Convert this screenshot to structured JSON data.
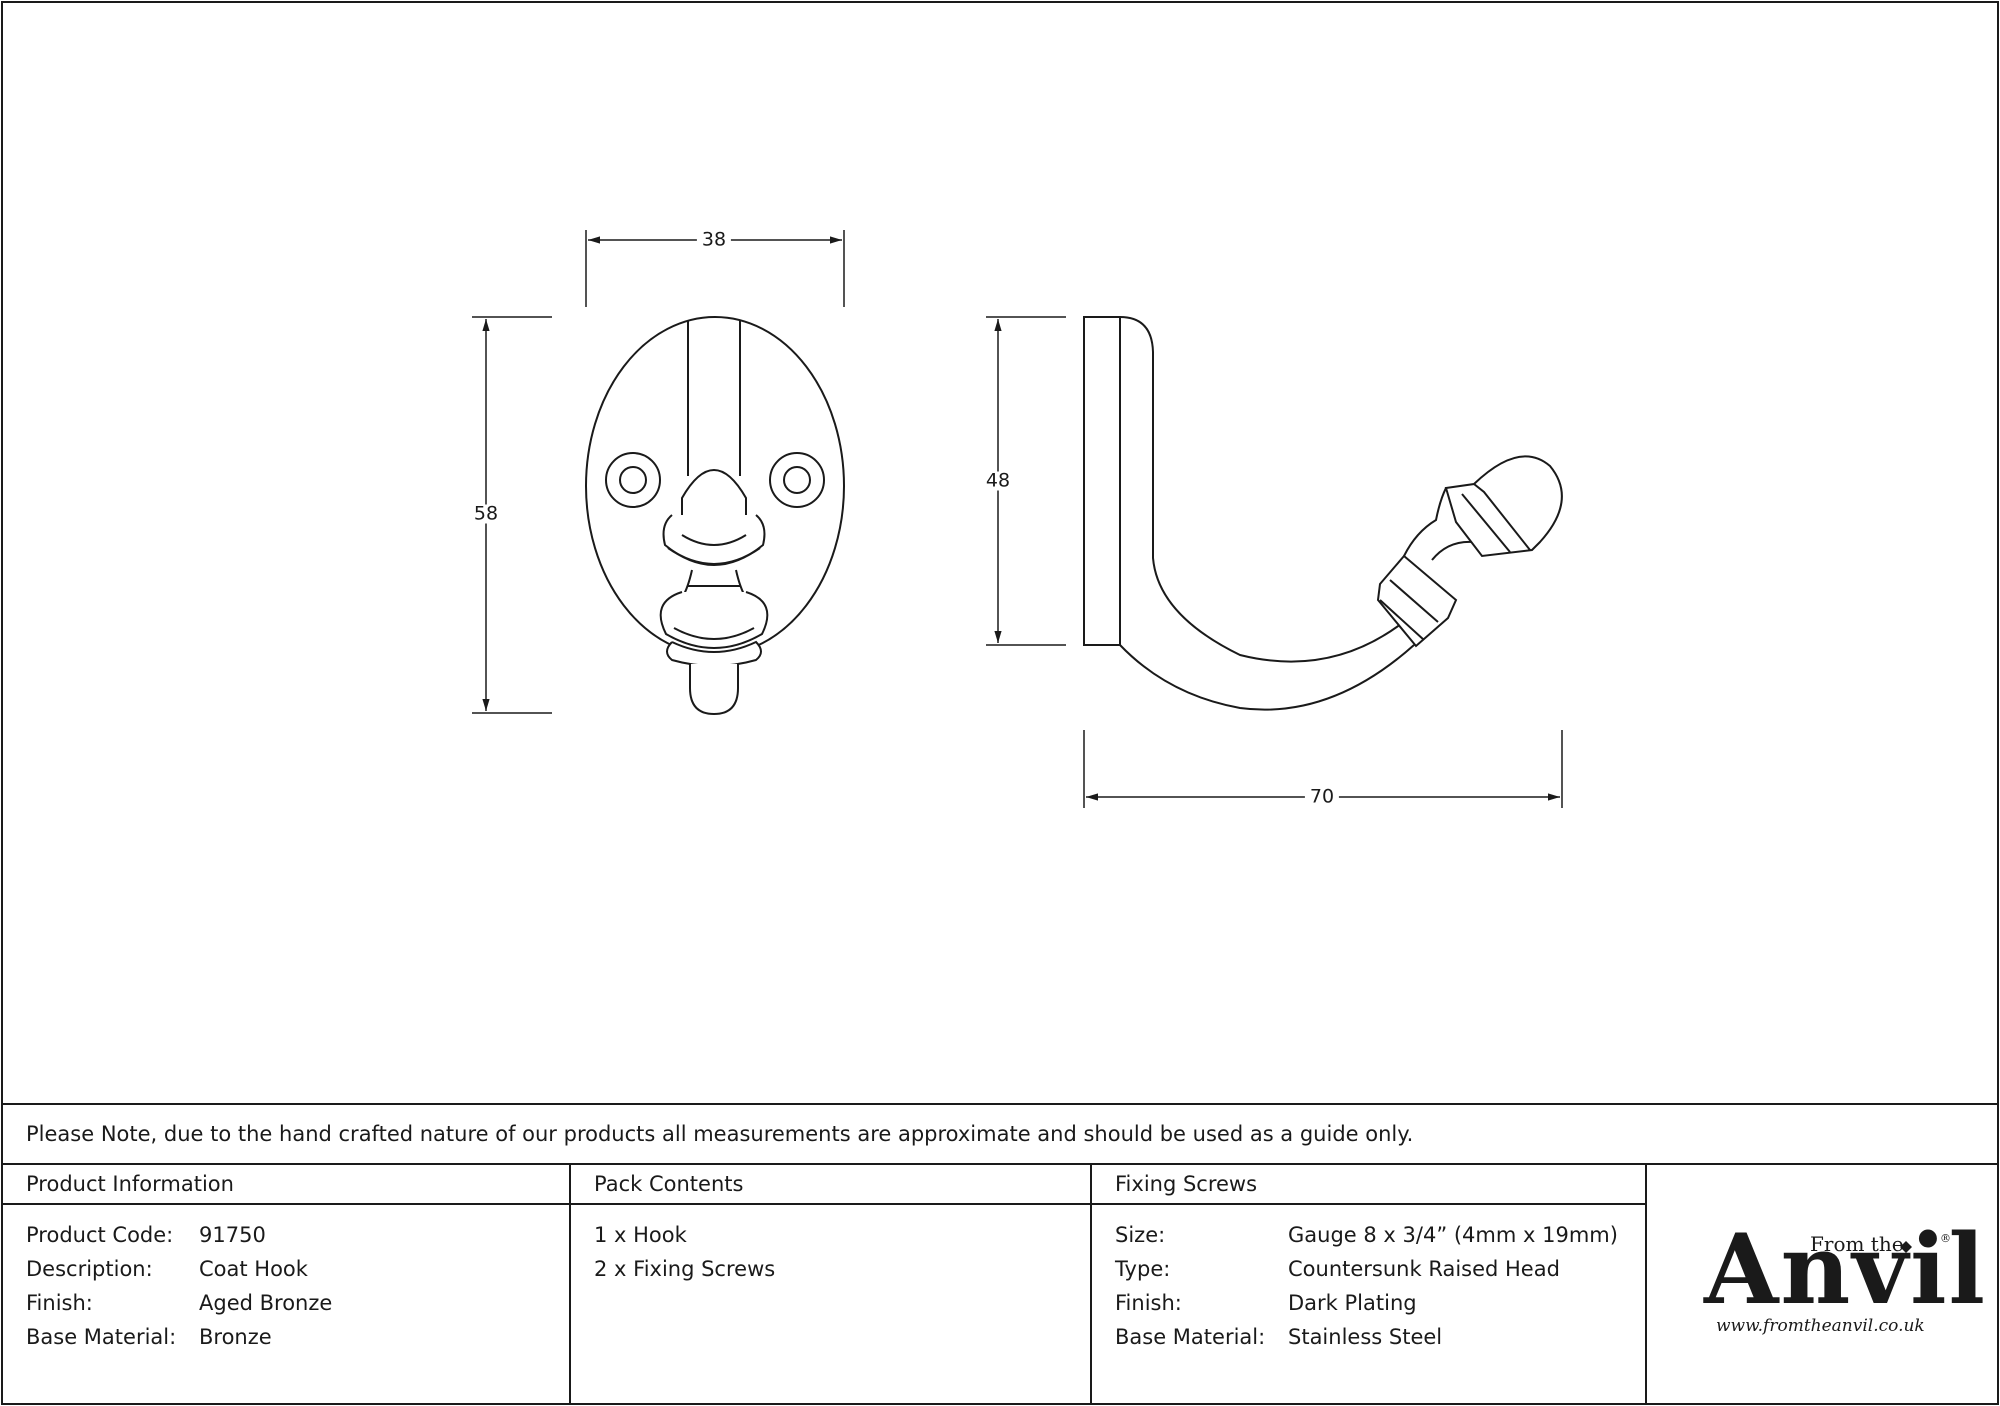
{
  "note": "Please Note, due to the hand crafted nature of our products all measurements are approximate and should be used as a guide only.",
  "dimensions": {
    "front_width": "38",
    "front_height": "58",
    "side_height": "48",
    "side_depth": "70"
  },
  "product_info": {
    "header": "Product Information",
    "rows": [
      {
        "label": "Product Code:",
        "value": "91750"
      },
      {
        "label": "Description:",
        "value": "Coat Hook"
      },
      {
        "label": "Finish:",
        "value": "Aged Bronze"
      },
      {
        "label": "Base Material:",
        "value": "Bronze"
      }
    ]
  },
  "pack_contents": {
    "header": "Pack Contents",
    "items": [
      "1 x Hook",
      "2 x Fixing Screws"
    ]
  },
  "fixing_screws": {
    "header": "Fixing Screws",
    "rows": [
      {
        "label": "Size:",
        "value": "Gauge 8 x 3/4” (4mm x 19mm)"
      },
      {
        "label": "Type:",
        "value": "Countersunk Raised Head"
      },
      {
        "label": "Finish:",
        "value": "Dark Plating"
      },
      {
        "label": "Base Material:",
        "value": "Stainless Steel"
      }
    ]
  },
  "logo": {
    "from_the": "From the",
    "anvil": "Anvil",
    "url": "www.fromtheanvil.co.uk",
    "registered": "®"
  }
}
